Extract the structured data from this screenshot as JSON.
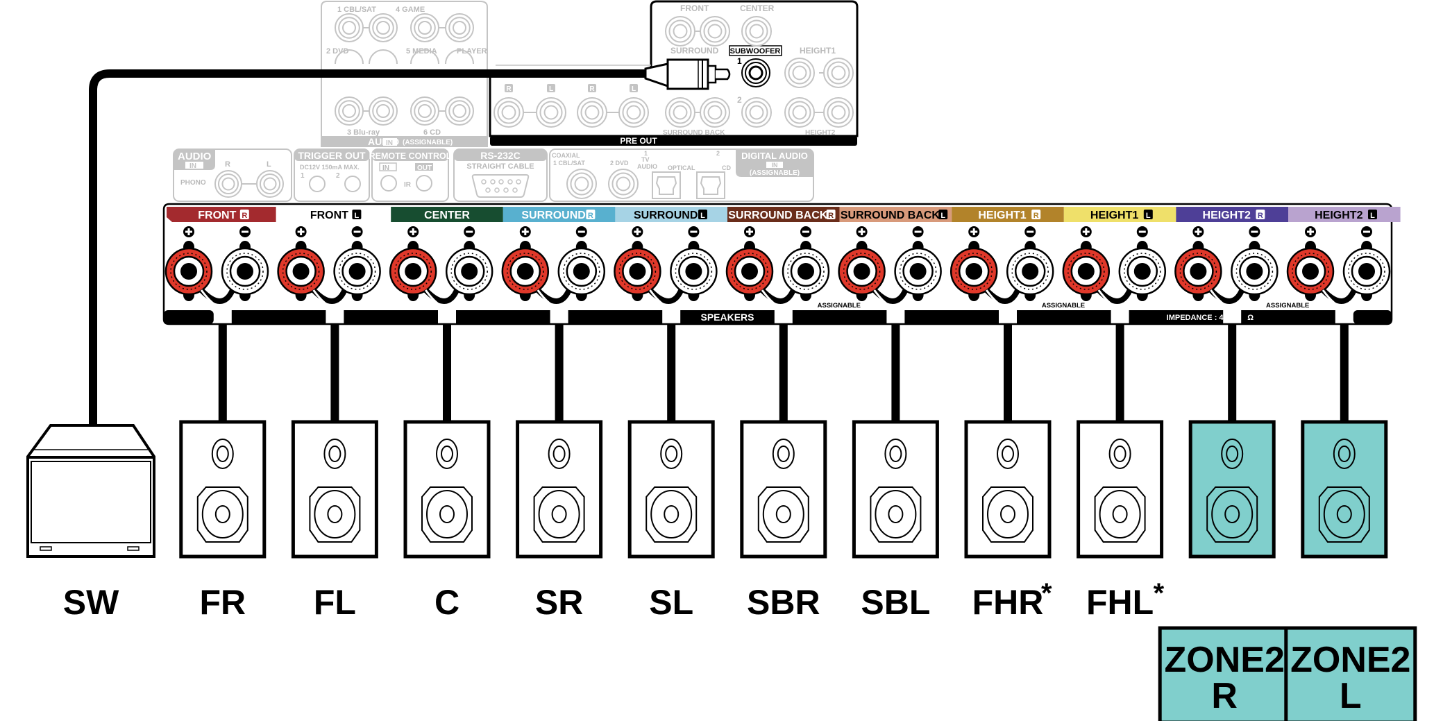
{
  "title": "Speaker connection diagram (9.1ch with ZONE2)",
  "colors": {
    "panel_gray": "#c4c4c4",
    "terminal_red": "#e0382a",
    "zone2_fill": "#80cfcc",
    "wire": "#000000"
  },
  "audio_in_panel": {
    "row1": [
      "1 CBL/SAT",
      "4 GAME"
    ],
    "row2": [
      "2 DVD",
      "5 MEDIA",
      "PLAYER"
    ],
    "row3": [
      "3 Blu-ray",
      "6 CD"
    ],
    "footer_audio": "AUDIO",
    "footer_in": "IN",
    "footer_assignable": "(ASSIGNABLE)",
    "r_badge": "R",
    "l_badge": "L"
  },
  "pre_out_panel": {
    "front": "FRONT",
    "center": "CENTER",
    "surround": "SURROUND",
    "subwoofer": "SUBWOOFER",
    "sub1": "1",
    "sub2": "2",
    "height1": "HEIGHT1",
    "surround_back": "SURROUND BACK",
    "height2": "HEIGHT2",
    "footer": "PRE OUT"
  },
  "lower_panels": {
    "phono": {
      "title": "AUDIO",
      "in": "IN",
      "label": "PHONO",
      "r": "R",
      "l": "L"
    },
    "trigger": {
      "title": "TRIGGER OUT",
      "spec": "DC12V 150mA MAX.",
      "n1": "1",
      "n2": "2"
    },
    "remote": {
      "title": "REMOTE CONTROL",
      "in": "IN",
      "out": "OUT",
      "ir": "IR"
    },
    "rs232": {
      "title": "RS-232C",
      "sub": "STRAIGHT CABLE"
    },
    "digital": {
      "coaxial": "COAXIAL",
      "coax1": "1 CBL/SAT",
      "coax2": "2 DVD",
      "opt1_num": "1",
      "opt1_a": "TV",
      "opt1_b": "AUDIO",
      "optical": "OPTICAL",
      "opt2_num": "2",
      "opt2": "CD",
      "title": "DIGITAL AUDIO",
      "in": "IN",
      "assignable": "(ASSIGNABLE)"
    }
  },
  "speaker_terminals": {
    "channels": [
      {
        "label": "FRONT",
        "side": "R",
        "color": "#a32a2e",
        "text_color": "#ffffff"
      },
      {
        "label": "FRONT",
        "side": "L",
        "color": "#ffffff",
        "text_color": "#000000"
      },
      {
        "label": "CENTER",
        "side": "",
        "color": "#174d30",
        "text_color": "#ffffff"
      },
      {
        "label": "SURROUND",
        "side": "R",
        "color": "#58b0cf",
        "text_color": "#ffffff"
      },
      {
        "label": "SURROUND",
        "side": "L",
        "color": "#a6d3e5",
        "text_color": "#000000"
      },
      {
        "label": "SURROUND BACK",
        "side": "R",
        "color": "#6a2d1a",
        "text_color": "#ffffff"
      },
      {
        "label": "SURROUND BACK",
        "side": "L",
        "color": "#d89a7b",
        "text_color": "#000000"
      },
      {
        "label": "HEIGHT1",
        "side": "R",
        "color": "#b2832a",
        "text_color": "#ffffff"
      },
      {
        "label": "HEIGHT1",
        "side": "L",
        "color": "#efe06a",
        "text_color": "#000000"
      },
      {
        "label": "HEIGHT2",
        "side": "R",
        "color": "#4e3f97",
        "text_color": "#ffffff"
      },
      {
        "label": "HEIGHT2",
        "side": "L",
        "color": "#b9a3cf",
        "text_color": "#000000"
      }
    ],
    "plus": "+",
    "minus": "−",
    "speakers_label": "SPEAKERS",
    "assignable": "ASSIGNABLE",
    "impedance": "IMPEDANCE : 4",
    "ohm": "Ω"
  },
  "speakers": [
    {
      "label": "SW",
      "type": "subwoofer",
      "zone2": false
    },
    {
      "label": "FR",
      "type": "bookshelf",
      "zone2": false
    },
    {
      "label": "FL",
      "type": "bookshelf",
      "zone2": false
    },
    {
      "label": "C",
      "type": "bookshelf",
      "zone2": false
    },
    {
      "label": "SR",
      "type": "bookshelf",
      "zone2": false
    },
    {
      "label": "SL",
      "type": "bookshelf",
      "zone2": false
    },
    {
      "label": "SBR",
      "type": "bookshelf",
      "zone2": false
    },
    {
      "label": "SBL",
      "type": "bookshelf",
      "zone2": false
    },
    {
      "label": "FHR",
      "type": "bookshelf",
      "zone2": false,
      "asterisk": true
    },
    {
      "label": "FHL",
      "type": "bookshelf",
      "zone2": false,
      "asterisk": true
    },
    {
      "label": "",
      "type": "bookshelf",
      "zone2": true
    },
    {
      "label": "",
      "type": "bookshelf",
      "zone2": true
    }
  ],
  "zone2_boxes": [
    {
      "line1": "ZONE2",
      "line2": "R"
    },
    {
      "line1": "ZONE2",
      "line2": "L"
    }
  ],
  "asterisk": "*"
}
